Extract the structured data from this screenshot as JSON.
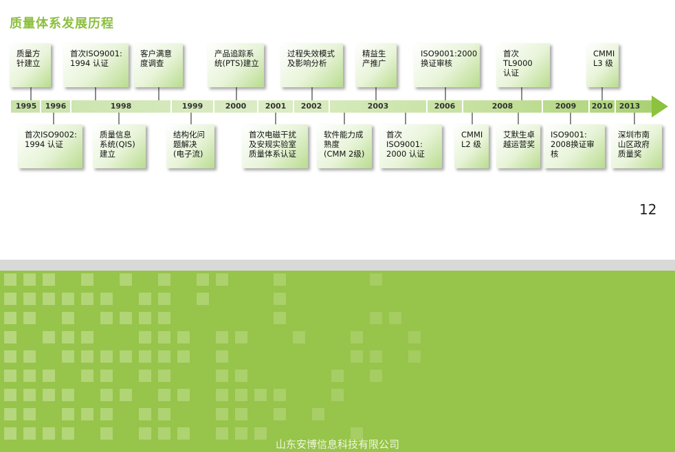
{
  "title": "质量体系发展历程",
  "page_number": "12",
  "footer": "山东安博信息科技有限公司",
  "years": [
    "1995",
    "1996",
    "1998",
    "1999",
    "2000",
    "2001",
    "2002",
    "2003",
    "2006",
    "2008",
    "2009",
    "2010",
    "2013"
  ],
  "events_above": [
    "质量方\n针建立",
    "首次ISO9001:\n1994 认证",
    "客户满意\n度调查",
    "产品追踪系\n统(PTS)建立",
    "过程失效模式\n及影响分析",
    "精益生\n产推广",
    "ISO9001:2000\n换证审核",
    "首次TL9000\n认证",
    "CMMI\nL3 级"
  ],
  "events_below": [
    "首次ISO9002:\n1994 认证",
    "质量信息\n系统(QIS)\n建立",
    "结构化问\n题解决\n(电子流)",
    "首次电磁干扰\n及安规实验室\n质量体系认证",
    "软件能力成\n熟度\n(CMM 2级)",
    "首次ISO9001:\n2000 认证",
    "CMMI\nL2 级",
    "艾默生卓\n越运营奖",
    "ISO9001:\n2008换证审核",
    "深圳市南\n山区政府\n质量奖"
  ],
  "colors": {
    "accent": "#8cbf3f",
    "band": "#97c44a",
    "bar": "#c8e2a8"
  }
}
